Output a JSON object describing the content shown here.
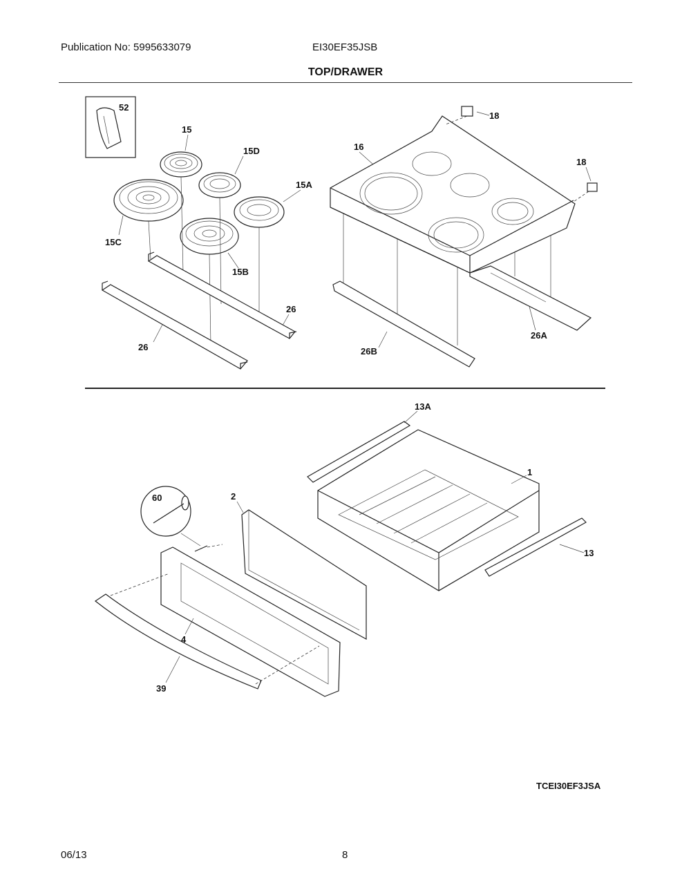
{
  "header": {
    "publication": "Publication No: 5995633079",
    "model": "EI30EF35JSB",
    "title": "TOP/DRAWER"
  },
  "callouts": {
    "c52": "52",
    "c15": "15",
    "c15D": "15D",
    "c15A": "15A",
    "c15C": "15C",
    "c15B": "15B",
    "c26a": "26",
    "c26b": "26",
    "c16": "16",
    "c18a": "18",
    "c18b": "18",
    "c26A": "26A",
    "c26B": "26B",
    "c13A": "13A",
    "c1": "1",
    "c60": "60",
    "c2": "2",
    "c13": "13",
    "c4": "4",
    "c39": "39"
  },
  "diagram_code": "TCEI30EF3JSA",
  "footer": {
    "date": "06/13",
    "page": "8"
  }
}
